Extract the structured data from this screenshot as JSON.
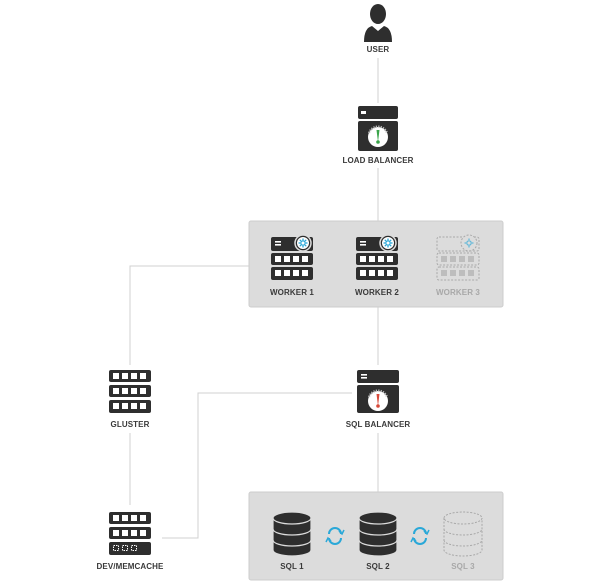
{
  "nodes": {
    "user": "USER",
    "load_balancer": "LOAD BALANCER",
    "worker1": "WORKER 1",
    "worker2": "WORKER 2",
    "worker3": "WORKER 3",
    "gluster": "GLUSTER",
    "sql_balancer": "SQL BALANCER",
    "dev_memcache": "DEV/MEMCACHE",
    "sql1": "SQL 1",
    "sql2": "SQL 2",
    "sql3": "SQL 3"
  },
  "colors": {
    "dark": "#2e2e2e",
    "panel": "#dcdcdc",
    "panel_border": "#c8c8c8",
    "line": "#d0d0d0",
    "muted": "#a8a8a8",
    "accent_blue": "#2aa8d8",
    "gauge_green": "#3aa44a",
    "gauge_red": "#d84a3a"
  }
}
